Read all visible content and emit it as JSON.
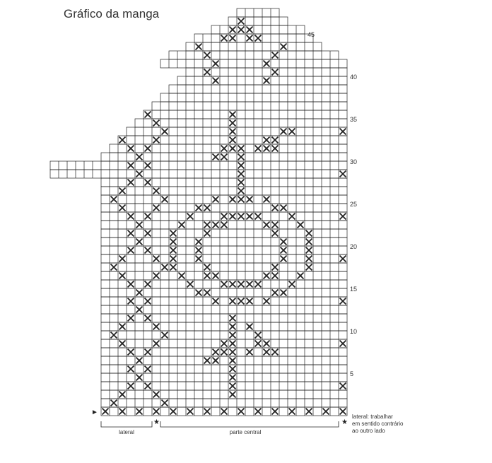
{
  "title": "Gráfico da manga",
  "row_numbers": [
    "5",
    "10",
    "15",
    "20",
    "25",
    "30",
    "35",
    "40",
    "45"
  ],
  "footer": {
    "lateral_label": "lateral",
    "central_label": "parte central",
    "star": "★",
    "arrow": "►"
  },
  "note_lines": [
    "lateral: trabalhar",
    "em sentido contrário",
    "ao outro lado"
  ],
  "colors": {
    "grid": "#222222",
    "cross": "#222222",
    "background": "#ffffff"
  }
}
